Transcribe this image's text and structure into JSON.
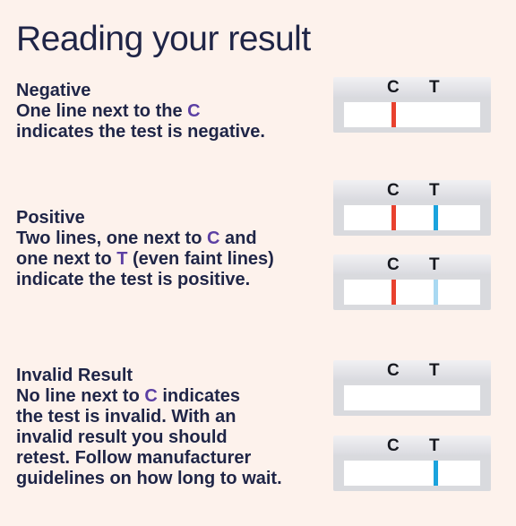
{
  "title": "Reading your result",
  "sections": {
    "negative": {
      "heading": "Negative",
      "lines": [
        {
          "before": "One line next to the ",
          "hl": "C",
          "after": ""
        },
        {
          "before": "indicates the test is negative.",
          "hl": "",
          "after": ""
        }
      ]
    },
    "positive": {
      "heading": "Positive",
      "lines": [
        {
          "before": "Two lines, one next to ",
          "hl": "C",
          "after": " and"
        },
        {
          "before": "one next to ",
          "hl": "T",
          "after": " (even faint lines)"
        },
        {
          "before": "indicate the test is positive.",
          "hl": "",
          "after": ""
        }
      ]
    },
    "invalid": {
      "heading": "Invalid Result",
      "lines": [
        {
          "before": "No line next to ",
          "hl": "C",
          "after": " indicates"
        },
        {
          "before": "the test is invalid. With an",
          "hl": "",
          "after": ""
        },
        {
          "before": "invalid result you should",
          "hl": "",
          "after": ""
        },
        {
          "before": "retest. Follow manufacturer",
          "hl": "",
          "after": ""
        },
        {
          "before": "guidelines on how long to wait.",
          "hl": "",
          "after": ""
        }
      ]
    }
  },
  "strip_labels": {
    "c": "C",
    "t": "T"
  },
  "colors": {
    "control_line": "#e8412e",
    "test_line": "#1aa3dd",
    "test_line_faint": "#a9d9f2",
    "highlight": "#5b3fa3",
    "text": "#1f2547"
  },
  "strips": [
    {
      "c_line": true,
      "t_line": "none"
    },
    {
      "c_line": true,
      "t_line": "strong"
    },
    {
      "c_line": true,
      "t_line": "faint"
    },
    {
      "c_line": false,
      "t_line": "none"
    },
    {
      "c_line": false,
      "t_line": "strong"
    }
  ]
}
